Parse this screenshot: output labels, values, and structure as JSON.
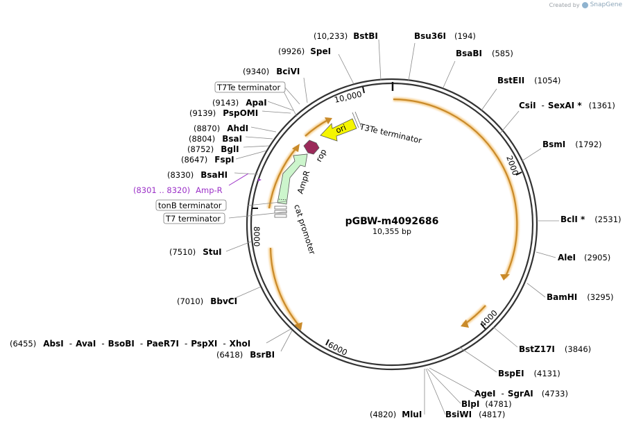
{
  "watermark": {
    "prefix": "Created by",
    "brand": "SnapGene"
  },
  "plasmid": {
    "name": "pGBW-m4092686",
    "length_label": "10,355 bp"
  },
  "ruler_ticks": [
    "2000",
    "4000",
    "6000",
    "8000",
    "10,000"
  ],
  "enzymes": [
    {
      "id": "bsu36i",
      "name": "Bsu36I",
      "pos": "(194)"
    },
    {
      "id": "bsabi",
      "name": "BsaBI",
      "pos": "(585)"
    },
    {
      "id": "bsteii",
      "name": "BstEII",
      "pos": "(1054)"
    },
    {
      "id": "csii",
      "name": "CsiI",
      "name2": "SexAI *",
      "pos": "(1361)"
    },
    {
      "id": "bsmi",
      "name": "BsmI",
      "pos": "(1792)"
    },
    {
      "id": "bcli",
      "name": "BclI *",
      "pos": "(2531)"
    },
    {
      "id": "alei",
      "name": "AleI",
      "pos": "(2905)"
    },
    {
      "id": "bamhi",
      "name": "BamHI",
      "pos": "(3295)"
    },
    {
      "id": "bstz17i",
      "name": "BstZ17I",
      "pos": "(3846)"
    },
    {
      "id": "bspei",
      "name": "BspEI",
      "pos": "(4131)"
    },
    {
      "id": "agei",
      "name": "AgeI",
      "name2": "SgrAI",
      "pos": "(4733)"
    },
    {
      "id": "blpi",
      "name": "BlpI",
      "pos": "(4781)"
    },
    {
      "id": "bsiwi",
      "name": "BsiWI",
      "pos": "(4817)"
    },
    {
      "id": "mlui",
      "name": "MluI",
      "pos": "(4820)"
    },
    {
      "id": "bsrbi",
      "name": "BsrBI",
      "pos": "(6418)"
    },
    {
      "id": "absi",
      "names": [
        "AbsI",
        "AvaI",
        "BsoBI",
        "PaeR7I",
        "PspXI",
        "XhoI"
      ],
      "pos": "(6455)"
    },
    {
      "id": "bbvci",
      "name": "BbvCI",
      "pos": "(7010)"
    },
    {
      "id": "stui",
      "name": "StuI",
      "pos": "(7510)"
    },
    {
      "id": "bsahi",
      "name": "BsaHI",
      "pos": "(8330)"
    },
    {
      "id": "fspi",
      "name": "FspI",
      "pos": "(8647)"
    },
    {
      "id": "bgli",
      "name": "BglI",
      "pos": "(8752)"
    },
    {
      "id": "bsai",
      "name": "BsaI",
      "pos": "(8804)"
    },
    {
      "id": "ahdi",
      "name": "AhdI",
      "pos": "(8870)"
    },
    {
      "id": "pspomi",
      "name": "PspOMI",
      "pos": "(9139)"
    },
    {
      "id": "apai",
      "name": "ApaI",
      "pos": "(9143)"
    },
    {
      "id": "bcivi",
      "name": "BciVI",
      "pos": "(9340)"
    },
    {
      "id": "spei",
      "name": "SpeI",
      "pos": "(9926)"
    },
    {
      "id": "bstbi",
      "name": "BstBI",
      "pos": "(10,233)"
    }
  ],
  "primer": {
    "range": "(8301 .. 8320)",
    "name": "Amp-R"
  },
  "terminators": {
    "t7te": "T7Te terminator",
    "tonb": "tonB terminator",
    "t7": "T7 terminator"
  },
  "features": {
    "ori": "ori",
    "t3te": "T3Te terminator",
    "rop": "rop",
    "ampr": "AmpR",
    "cat_promoter": "cat promoter"
  },
  "colors": {
    "backbone": "#333333",
    "orf_arrow": "#c98a2a",
    "orf_glow": "#f6cf8e",
    "ori": "#f5f500",
    "rop": "#9b2a5a",
    "ampr": "#ccf5cc",
    "primer": "#9b30c7"
  }
}
